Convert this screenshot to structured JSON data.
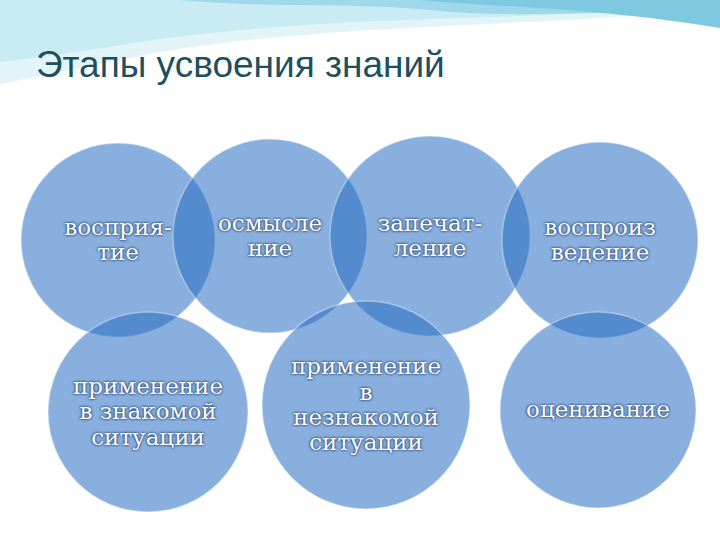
{
  "diagram": {
    "title": "Этапы усвоения знаний",
    "nodes": [
      {
        "text": [
          "восприя- тие"
        ]
      },
      {
        "text": [
          "осмысле ние"
        ]
      },
      {
        "text": [
          "запечат- ление"
        ]
      },
      {
        "text": [
          "воспроиз ведение"
        ]
      },
      {
        "text": [
          "применение в знакомой ситуации"
        ]
      },
      {
        "text": [
          "применение в незнакомой ситуации"
        ]
      },
      {
        "text": [
          "оценивание"
        ]
      }
    ]
  }
}
